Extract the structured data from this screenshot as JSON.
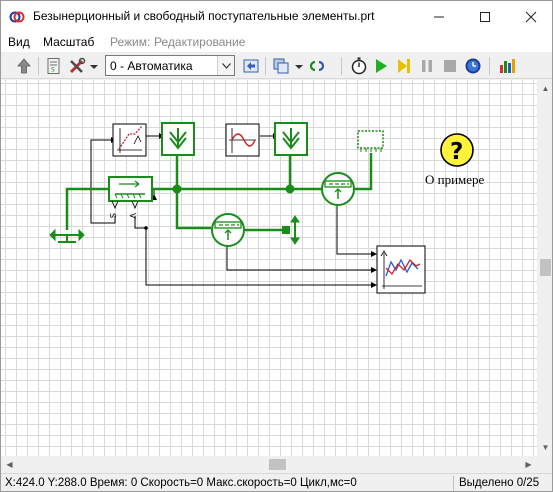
{
  "window": {
    "title": "Безынерционный и свободный поступательные элементы.prt",
    "minimize_icon": "minimize-icon",
    "maximize_icon": "maximize-icon",
    "close_icon": "close-icon"
  },
  "menu": {
    "items": [
      {
        "label": "Вид"
      },
      {
        "label": "Масштаб"
      },
      {
        "label": "Режим:"
      },
      {
        "label": "Редактирование"
      }
    ]
  },
  "toolbar": {
    "mode_select": {
      "value": "0 - Автоматика"
    },
    "icons": [
      "up-arrow-icon",
      "script-icon",
      "tools-icon",
      "select-arrow-icon",
      "flip-icon",
      "copy-layers-icon",
      "link-icon",
      "stopwatch-icon",
      "play-icon",
      "step-icon",
      "pause-icon",
      "stop-icon",
      "clock-icon",
      "bar-chart-icon"
    ]
  },
  "canvas": {
    "about_label": "О примере",
    "block_labels": {
      "port_s": "S",
      "port_v": "V"
    },
    "colors": {
      "link": "#1a8c1a",
      "block_green": "#1a8c1a",
      "help_yellow": "#fff23a"
    }
  },
  "status": {
    "main": "X:424.0  Y:288.0 Время: 0 Скорость=0 Макс.скорость=0 Цикл,мс=0",
    "selected": "Выделено 0/25"
  }
}
